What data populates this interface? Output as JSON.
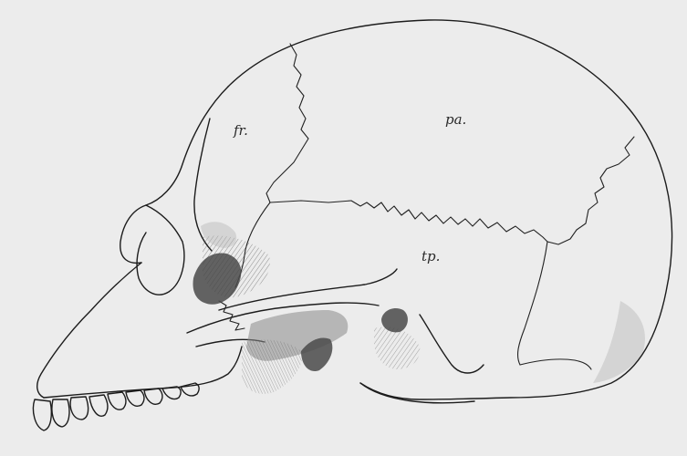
{
  "labels": {
    "frontal": "fr.",
    "parietal": "pa.",
    "temporal": "tp."
  },
  "colors": {
    "paper": "#ececec",
    "ink": "#1c1c1c"
  }
}
